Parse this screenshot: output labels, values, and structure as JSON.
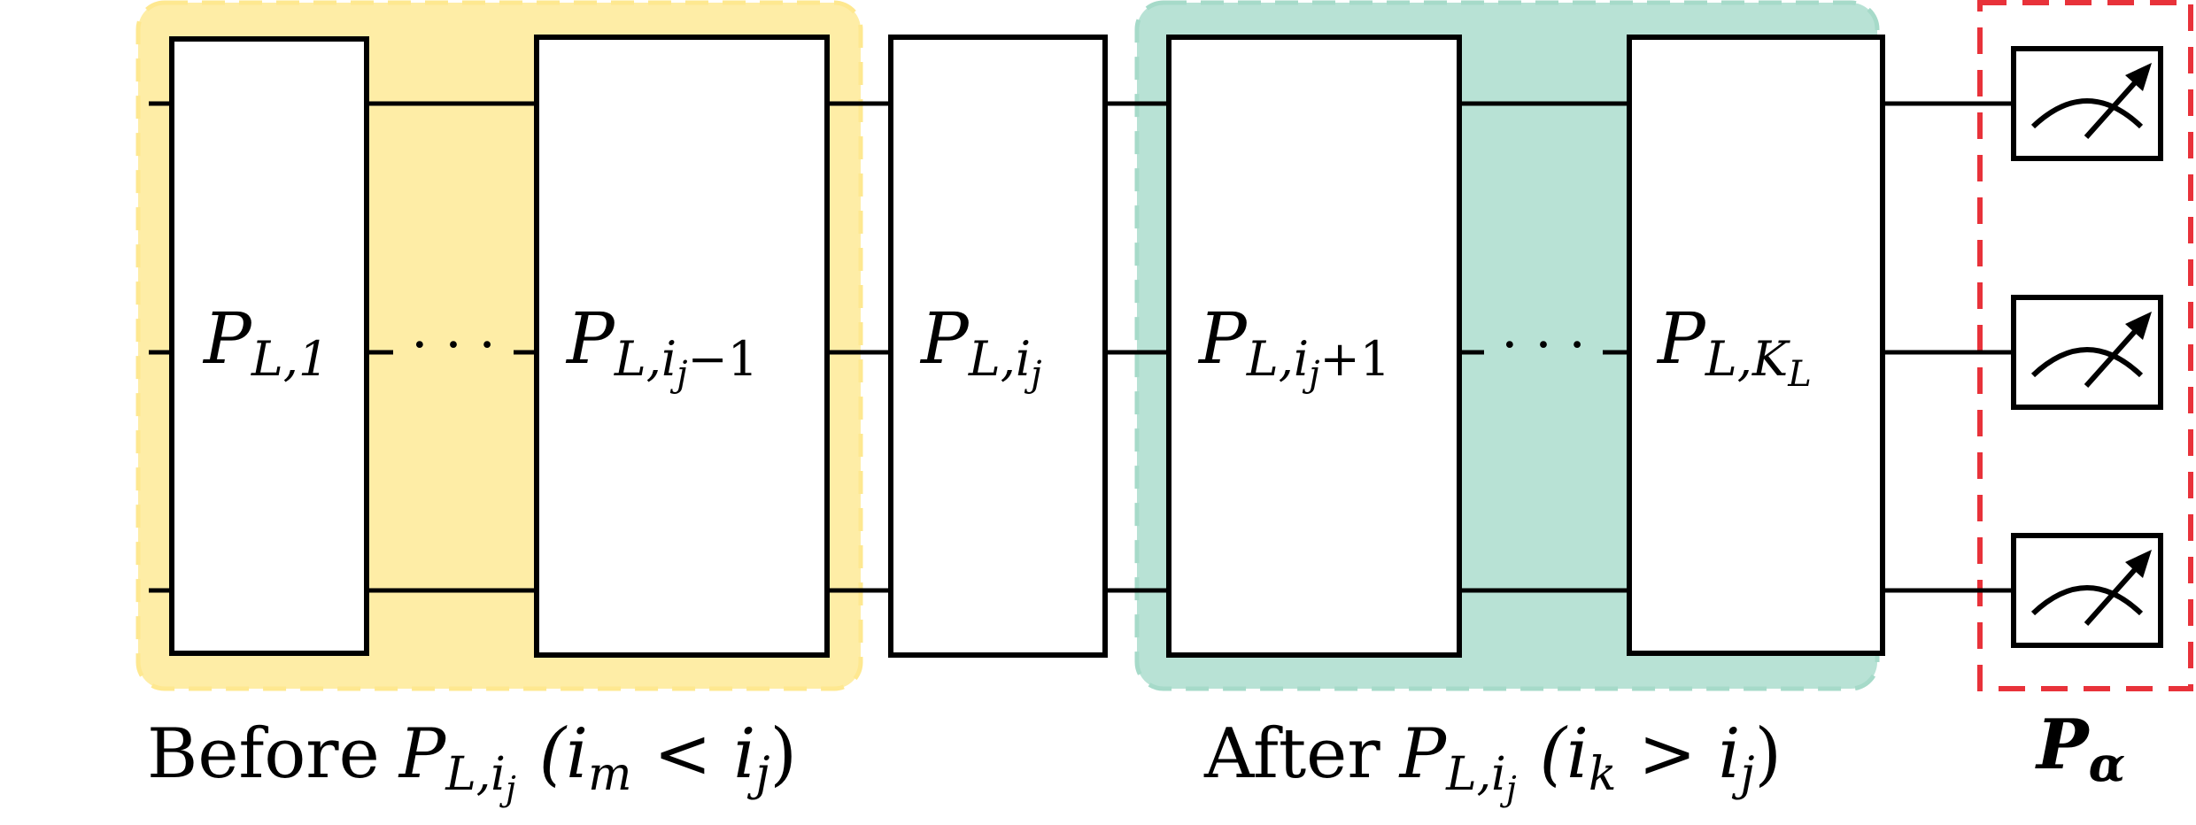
{
  "regions": {
    "before": {
      "color": "#FEEDA6",
      "border": "#FEE890",
      "caption": {
        "word": "Before",
        "P": "P",
        "sub1": "L,i",
        "subsub": "j",
        "paren_open": "(i",
        "m_sub": "m",
        "op": " < i",
        "j_sub": "j",
        "paren_close": ")"
      }
    },
    "after": {
      "color": "#B8E2D5",
      "border": "#A6DAC9",
      "caption": {
        "word": "After",
        "P": "P",
        "sub1": "L,i",
        "subsub": "j",
        "paren_open": "(i",
        "k_sub": "k",
        "op": " > i",
        "j_sub": "j",
        "paren_close": ")"
      }
    },
    "measure": {
      "border": "#E8323A",
      "caption": {
        "P": "P",
        "sub": "α"
      }
    }
  },
  "gates": [
    {
      "id": "p-l-1",
      "P": "P",
      "sub": "L,1",
      "subsub": "",
      "tail": ""
    },
    {
      "id": "p-l-ij-minus-1",
      "P": "P",
      "sub": "L,i",
      "subsub": "j",
      "tail": "−1"
    },
    {
      "id": "p-l-ij",
      "P": "P",
      "sub": "L,i",
      "subsub": "j",
      "tail": ""
    },
    {
      "id": "p-l-ij-plus-1",
      "P": "P",
      "sub": "L,i",
      "subsub": "j",
      "tail": "+1"
    },
    {
      "id": "p-l-kl",
      "P": "P",
      "sub": "L,K",
      "subsub": "L",
      "tail": ""
    }
  ],
  "ellipsis": "· · ·",
  "colors": {
    "stroke": "#000000",
    "gate_fill": "#ffffff"
  }
}
